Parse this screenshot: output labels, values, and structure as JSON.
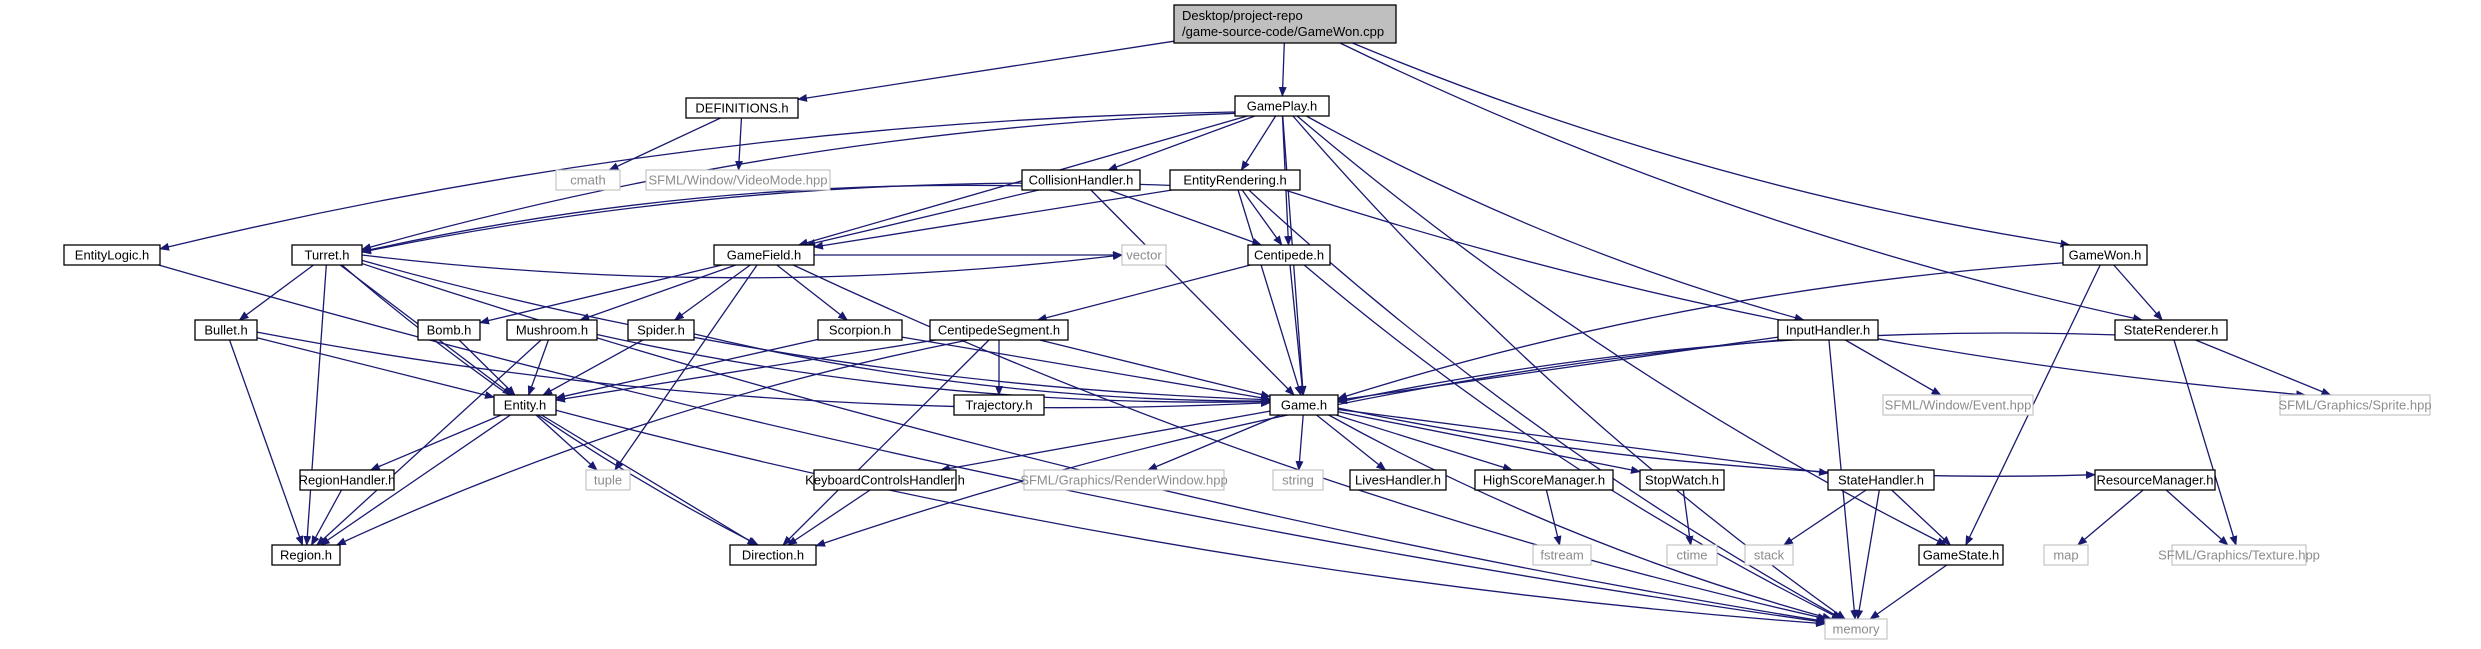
{
  "colors": {
    "edge": "#191970",
    "node_border": "#000000",
    "root_fill": "#bfbfbf",
    "system_border": "#bfbfbf",
    "system_text": "#8c8c8c"
  },
  "nodes": {
    "root": {
      "label": [
        "Desktop/project-repo",
        "/game-source-code/GameWon.cpp"
      ],
      "kind": "root"
    },
    "defs": {
      "label": "DEFINITIONS.h",
      "kind": "file"
    },
    "gameplay": {
      "label": "GamePlay.h",
      "kind": "file"
    },
    "cmath": {
      "label": "cmath",
      "kind": "system"
    },
    "videomode": {
      "label": "SFML/Window/VideoMode.hpp",
      "kind": "system"
    },
    "collision": {
      "label": "CollisionHandler.h",
      "kind": "file"
    },
    "entrender": {
      "label": "EntityRendering.h",
      "kind": "file"
    },
    "entlogic": {
      "label": "EntityLogic.h",
      "kind": "file"
    },
    "turret": {
      "label": "Turret.h",
      "kind": "file"
    },
    "gamefield": {
      "label": "GameField.h",
      "kind": "file"
    },
    "centipede": {
      "label": "Centipede.h",
      "kind": "file"
    },
    "gamewon": {
      "label": "GameWon.h",
      "kind": "file"
    },
    "vector": {
      "label": "vector",
      "kind": "system"
    },
    "bullet": {
      "label": "Bullet.h",
      "kind": "file"
    },
    "bomb": {
      "label": "Bomb.h",
      "kind": "file"
    },
    "mushroom": {
      "label": "Mushroom.h",
      "kind": "file"
    },
    "spider": {
      "label": "Spider.h",
      "kind": "file"
    },
    "scorpion": {
      "label": "Scorpion.h",
      "kind": "file"
    },
    "centseg": {
      "label": "CentipedeSegment.h",
      "kind": "file"
    },
    "input": {
      "label": "InputHandler.h",
      "kind": "file"
    },
    "staterend": {
      "label": "StateRenderer.h",
      "kind": "file"
    },
    "entity": {
      "label": "Entity.h",
      "kind": "file"
    },
    "trajectory": {
      "label": "Trajectory.h",
      "kind": "file"
    },
    "game": {
      "label": "Game.h",
      "kind": "file"
    },
    "event": {
      "label": "SFML/Window/Event.hpp",
      "kind": "system"
    },
    "sprite": {
      "label": "SFML/Graphics/Sprite.hpp",
      "kind": "system"
    },
    "tuple": {
      "label": "tuple",
      "kind": "system"
    },
    "regionh": {
      "label": "RegionHandler.h",
      "kind": "file"
    },
    "keyboard": {
      "label": "KeyboardControlsHandler.h",
      "kind": "file"
    },
    "renderwin": {
      "label": "SFML/Graphics/RenderWindow.hpp",
      "kind": "system"
    },
    "string": {
      "label": "string",
      "kind": "system"
    },
    "lives": {
      "label": "LivesHandler.h",
      "kind": "file"
    },
    "highscore": {
      "label": "HighScoreManager.h",
      "kind": "file"
    },
    "stopwatch": {
      "label": "StopWatch.h",
      "kind": "file"
    },
    "statehand": {
      "label": "StateHandler.h",
      "kind": "file"
    },
    "resource": {
      "label": "ResourceManager.h",
      "kind": "file"
    },
    "region": {
      "label": "Region.h",
      "kind": "file"
    },
    "direction": {
      "label": "Direction.h",
      "kind": "file"
    },
    "fstream": {
      "label": "fstream",
      "kind": "system"
    },
    "ctime": {
      "label": "ctime",
      "kind": "system"
    },
    "stack": {
      "label": "stack",
      "kind": "system"
    },
    "gamestate": {
      "label": "GameState.h",
      "kind": "file"
    },
    "map": {
      "label": "map",
      "kind": "system"
    },
    "texture": {
      "label": "SFML/Graphics/Texture.hpp",
      "kind": "system"
    },
    "memory": {
      "label": "memory",
      "kind": "system"
    }
  },
  "edges": [
    [
      "root",
      "defs"
    ],
    [
      "root",
      "gameplay"
    ],
    [
      "root",
      "gamewon"
    ],
    [
      "root",
      "staterend"
    ],
    [
      "defs",
      "cmath"
    ],
    [
      "defs",
      "videomode"
    ],
    [
      "gameplay",
      "collision"
    ],
    [
      "gameplay",
      "entrender"
    ],
    [
      "gameplay",
      "entlogic"
    ],
    [
      "gameplay",
      "turret"
    ],
    [
      "gameplay",
      "gamefield"
    ],
    [
      "gameplay",
      "centipede"
    ],
    [
      "gameplay",
      "game"
    ],
    [
      "gameplay",
      "input"
    ],
    [
      "gameplay",
      "gamestate"
    ],
    [
      "gameplay",
      "memory"
    ],
    [
      "collision",
      "turret"
    ],
    [
      "collision",
      "gamefield"
    ],
    [
      "collision",
      "centipede"
    ],
    [
      "collision",
      "game"
    ],
    [
      "entrender",
      "turret"
    ],
    [
      "entrender",
      "gamefield"
    ],
    [
      "entrender",
      "centipede"
    ],
    [
      "entrender",
      "game"
    ],
    [
      "entrender",
      "sprite"
    ],
    [
      "entrender",
      "memory"
    ],
    [
      "entlogic",
      "memory"
    ],
    [
      "turret",
      "vector"
    ],
    [
      "turret",
      "bullet"
    ],
    [
      "turret",
      "entity"
    ],
    [
      "turret",
      "game"
    ],
    [
      "turret",
      "region"
    ],
    [
      "turret",
      "direction"
    ],
    [
      "turret",
      "memory"
    ],
    [
      "gamefield",
      "vector"
    ],
    [
      "gamefield",
      "bomb"
    ],
    [
      "gamefield",
      "mushroom"
    ],
    [
      "gamefield",
      "spider"
    ],
    [
      "gamefield",
      "scorpion"
    ],
    [
      "gamefield",
      "tuple"
    ],
    [
      "gamefield",
      "memory"
    ],
    [
      "centipede",
      "centseg"
    ],
    [
      "centipede",
      "game"
    ],
    [
      "centipede",
      "memory"
    ],
    [
      "gamewon",
      "game"
    ],
    [
      "gamewon",
      "staterend"
    ],
    [
      "gamewon",
      "gamestate"
    ],
    [
      "bullet",
      "entity"
    ],
    [
      "bullet",
      "game"
    ],
    [
      "bullet",
      "region"
    ],
    [
      "bomb",
      "entity"
    ],
    [
      "mushroom",
      "entity"
    ],
    [
      "mushroom",
      "game"
    ],
    [
      "mushroom",
      "region"
    ],
    [
      "spider",
      "entity"
    ],
    [
      "spider",
      "game"
    ],
    [
      "scorpion",
      "entity"
    ],
    [
      "scorpion",
      "game"
    ],
    [
      "centseg",
      "entity"
    ],
    [
      "centseg",
      "trajectory"
    ],
    [
      "centseg",
      "game"
    ],
    [
      "centseg",
      "region"
    ],
    [
      "centseg",
      "direction"
    ],
    [
      "input",
      "game"
    ],
    [
      "input",
      "event"
    ],
    [
      "input",
      "direction"
    ],
    [
      "input",
      "memory"
    ],
    [
      "staterend",
      "game"
    ],
    [
      "staterend",
      "sprite"
    ],
    [
      "staterend",
      "texture"
    ],
    [
      "entity",
      "tuple"
    ],
    [
      "entity",
      "regionh"
    ],
    [
      "entity",
      "region"
    ],
    [
      "entity",
      "direction"
    ],
    [
      "entity",
      "memory"
    ],
    [
      "regionh",
      "region"
    ],
    [
      "game",
      "keyboard"
    ],
    [
      "game",
      "renderwin"
    ],
    [
      "game",
      "string"
    ],
    [
      "game",
      "lives"
    ],
    [
      "game",
      "highscore"
    ],
    [
      "game",
      "stopwatch"
    ],
    [
      "game",
      "statehand"
    ],
    [
      "game",
      "resource"
    ],
    [
      "game",
      "memory"
    ],
    [
      "keyboard",
      "direction"
    ],
    [
      "highscore",
      "fstream"
    ],
    [
      "stopwatch",
      "ctime"
    ],
    [
      "statehand",
      "stack"
    ],
    [
      "statehand",
      "gamestate"
    ],
    [
      "statehand",
      "memory"
    ],
    [
      "resource",
      "map"
    ],
    [
      "resource",
      "texture"
    ],
    [
      "gamestate",
      "memory"
    ]
  ]
}
